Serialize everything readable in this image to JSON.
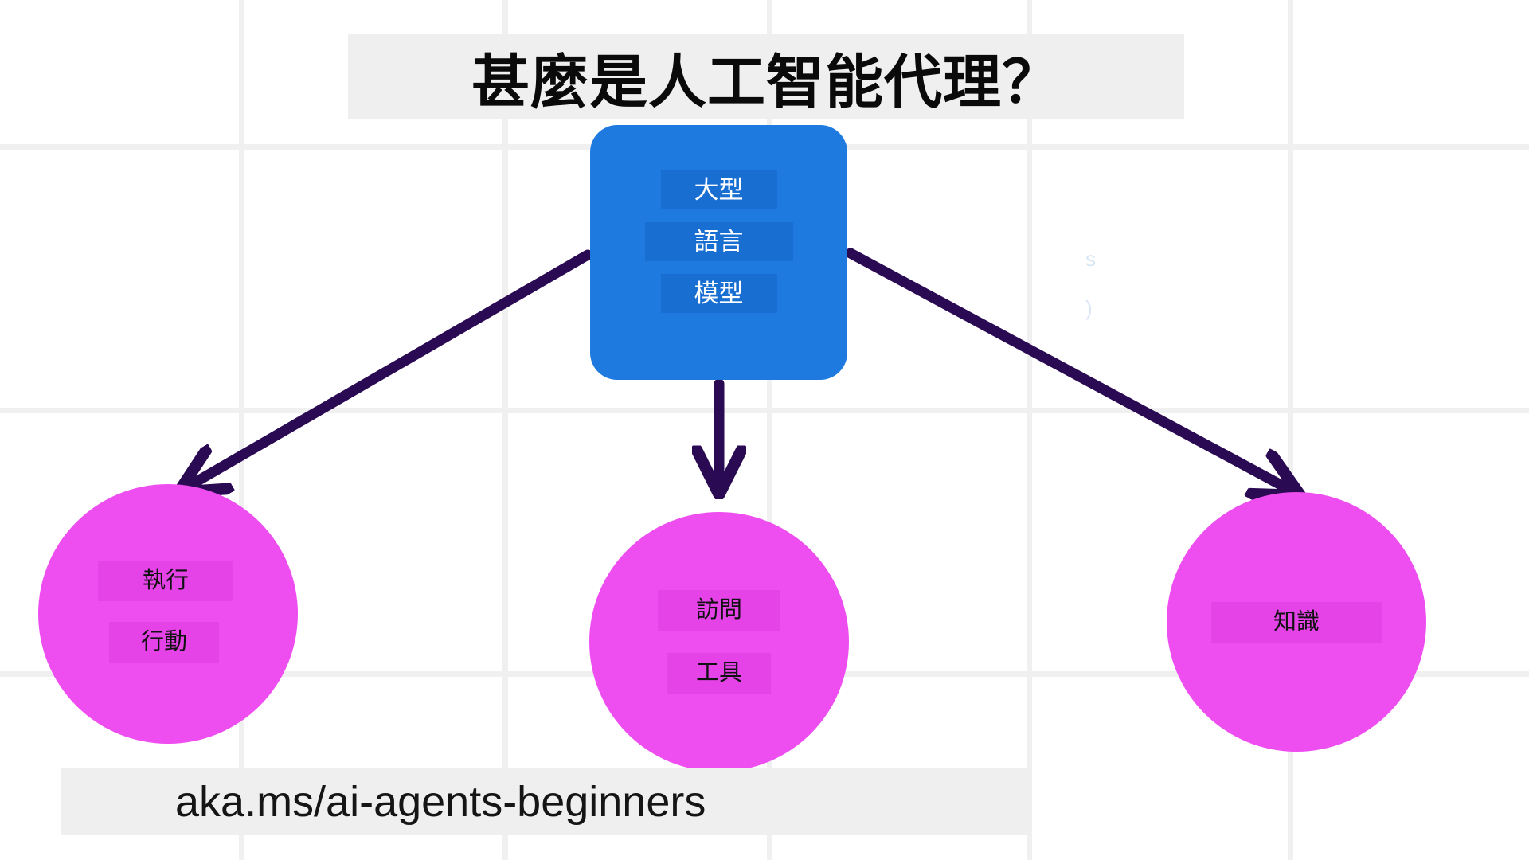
{
  "slide": {
    "title": "甚麼是人工智能代理？",
    "footer_url": "aka.ms/ai-agents-beginners"
  },
  "colors": {
    "title_highlight": "#efefef",
    "llm_box": "#1f7ae0",
    "llm_text": "#ffffff",
    "circle_fill": "#ee4df0",
    "circle_text": "#111111",
    "arrow": "#2b0a54",
    "grid_line": "#f0f0f0",
    "background": "#ffffff"
  },
  "llm_node": {
    "name": "large-language-model",
    "lines": [
      "大型",
      "語言",
      "模型"
    ]
  },
  "capability_nodes": [
    {
      "name": "take-actions",
      "lines": [
        "執行",
        "行動"
      ]
    },
    {
      "name": "access-tools",
      "lines": [
        "訪問",
        "工具"
      ]
    },
    {
      "name": "knowledge",
      "lines": [
        "知識"
      ]
    }
  ],
  "connectors": [
    {
      "name": "arrow-to-actions",
      "from": "large-language-model",
      "to": "take-actions"
    },
    {
      "name": "arrow-to-tools",
      "from": "large-language-model",
      "to": "access-tools"
    },
    {
      "name": "arrow-to-knowledge",
      "from": "large-language-model",
      "to": "knowledge"
    }
  ],
  "ghost_marks": {
    "right_fragment_1": "s",
    "right_fragment_2": ")"
  }
}
